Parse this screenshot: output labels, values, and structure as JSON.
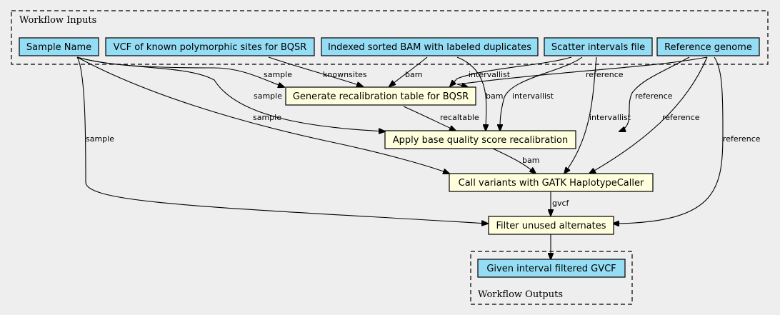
{
  "clusters": {
    "inputs": "Workflow Inputs",
    "outputs": "Workflow Outputs"
  },
  "inputs": {
    "sample_name": "Sample Name",
    "vcf": "VCF of known polymorphic sites for BQSR",
    "bam": "Indexed sorted BAM with labeled duplicates",
    "intervals": "Scatter intervals file",
    "reference": "Reference genome"
  },
  "steps": {
    "recal_table": "Generate recalibration table for BQSR",
    "apply_bqsr": "Apply base quality score recalibration",
    "haplotypecaller": "Call variants with GATK HaplotypeCaller",
    "filter": "Filter unused alternates"
  },
  "outputs": {
    "gvcf": "Given interval filtered GVCF"
  },
  "edge_labels": {
    "sample": "sample",
    "knownsites": "knownsites",
    "bam": "bam",
    "intervallist": "intervallist",
    "reference": "reference",
    "recaltable": "recaltable",
    "gvcf": "gvcf"
  },
  "colors": {
    "input_fill": "#94ddf4",
    "step_fill": "#ffffdd",
    "background": "#eeeeee"
  }
}
